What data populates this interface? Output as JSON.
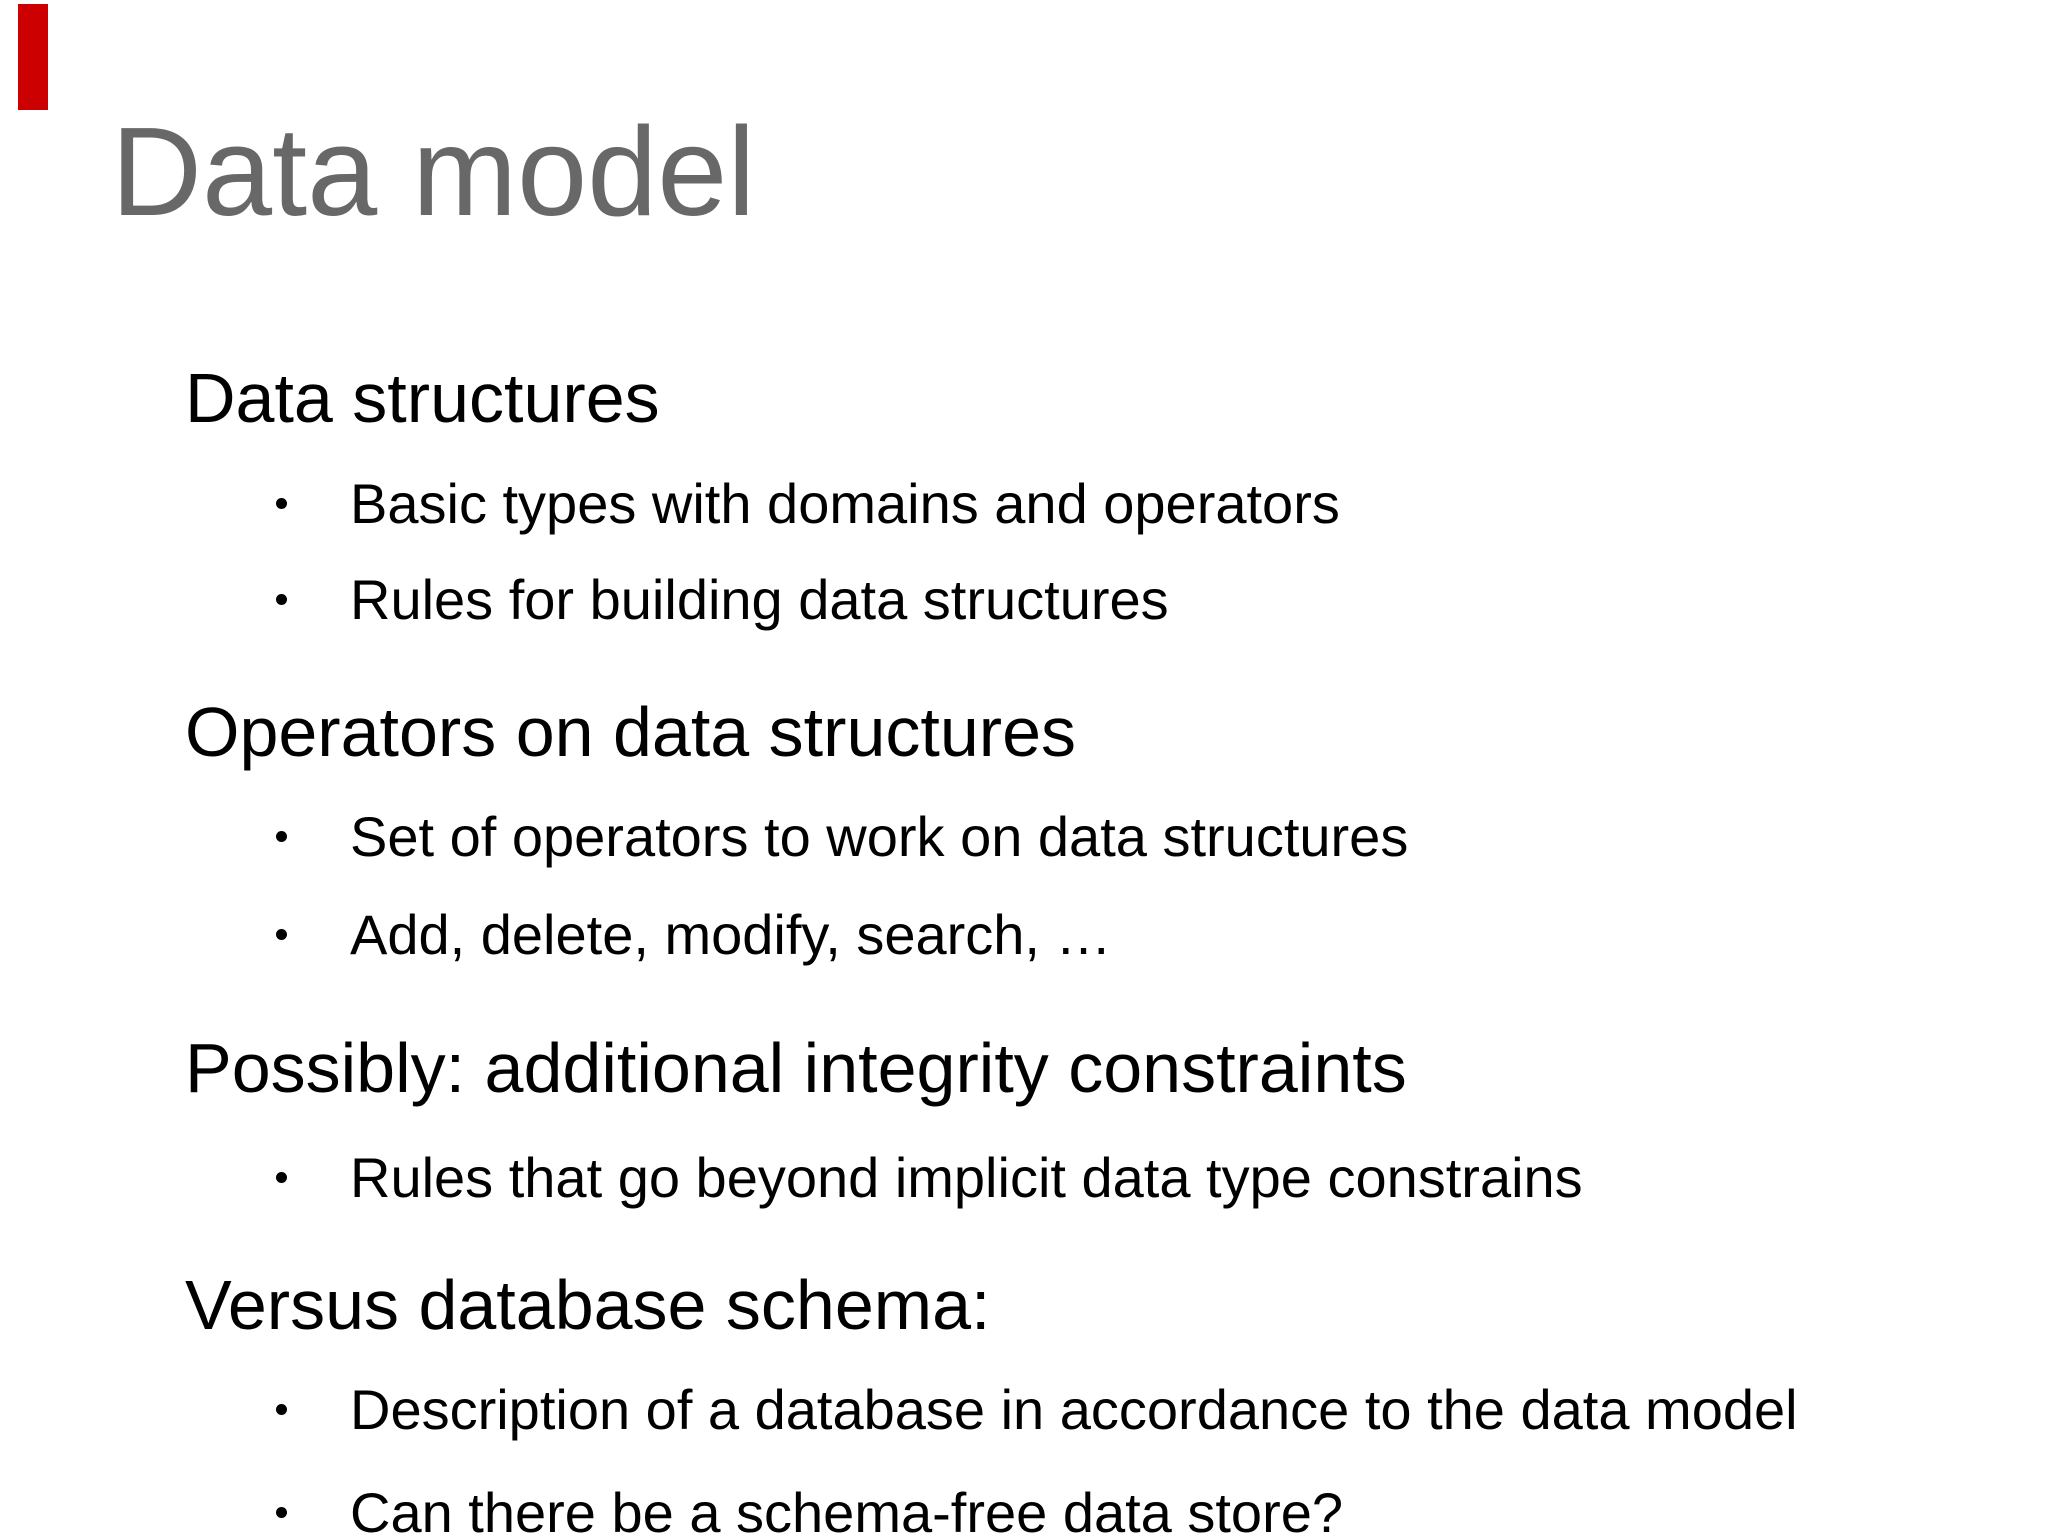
{
  "slide": {
    "title": "Data model",
    "colors": {
      "accent_bar": "#cc0000",
      "title_text": "#686868",
      "body_text": "#000000",
      "background": "#ffffff"
    },
    "sections": [
      {
        "heading": "Data structures",
        "bullets": [
          "Basic types with domains and operators",
          "Rules for building data structures"
        ]
      },
      {
        "heading": "Operators on data structures",
        "bullets": [
          "Set of operators to work on data structures",
          "Add, delete, modify, search, …"
        ]
      },
      {
        "heading": "Possibly: additional integrity constraints",
        "bullets": [
          "Rules that go beyond implicit data type constrains"
        ]
      },
      {
        "heading": "Versus database schema:",
        "bullets": [
          "Description of a database in accordance to the data model",
          "Can there be a schema-free data store?"
        ]
      }
    ]
  }
}
